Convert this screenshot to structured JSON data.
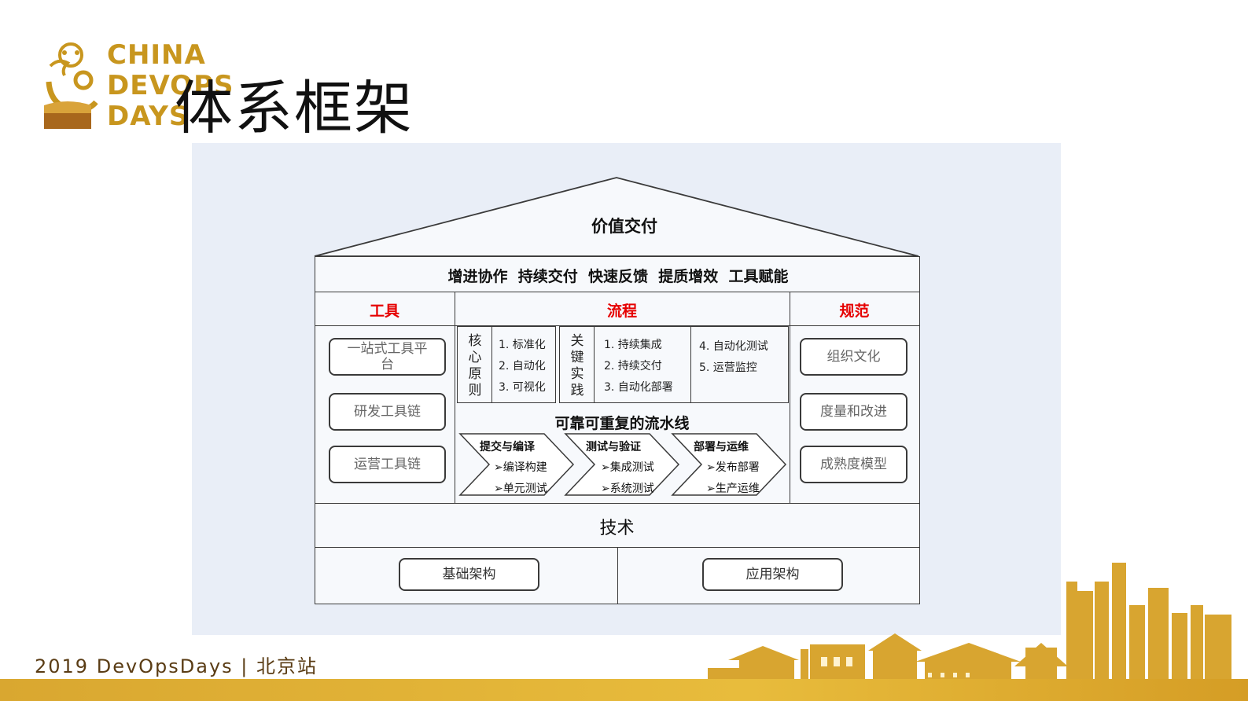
{
  "logo": {
    "line1": "CHINA",
    "line2": "DEVOPS",
    "line3": "DAYS"
  },
  "title": "体系框架",
  "roof": {
    "title": "价值交付"
  },
  "goals": "增进协作  持续交付  快速反馈  提质增效  工具赋能",
  "columns": {
    "tools": "工具",
    "process": "流程",
    "norms": "规范"
  },
  "tools": [
    "一站式工具平台",
    "研发工具链",
    "运营工具链"
  ],
  "norms": [
    "组织文化",
    "度量和改进",
    "成熟度模型"
  ],
  "core": {
    "label": [
      "核",
      "心",
      "原",
      "则"
    ],
    "items": [
      "1. 标准化",
      "2. 自动化",
      "3. 可视化"
    ]
  },
  "practice": {
    "label": [
      "关",
      "键",
      "实",
      "践"
    ],
    "items": [
      "1. 持续集成",
      "2. 持续交付",
      "3. 自动化部署"
    ],
    "items2": [
      "4. 自动化测试",
      "5. 运营监控"
    ]
  },
  "pipeline": {
    "title": "可靠可重复的流水线",
    "stages": [
      {
        "title": "提交与编译",
        "items": [
          "➢编译构建",
          "➢单元测试"
        ]
      },
      {
        "title": "测试与验证",
        "items": [
          "➢集成测试",
          "➢系统测试"
        ]
      },
      {
        "title": "部署与运维",
        "items": [
          "➢发布部署",
          "➢生产运维"
        ]
      }
    ]
  },
  "tech": {
    "title": "技术",
    "items": [
      "基础架构",
      "应用架构"
    ]
  },
  "footer": "2019 DevOpsDays | 北京站",
  "colors": {
    "gold": "#c8961e",
    "red": "#e60000",
    "panel": "#e9eef7"
  }
}
